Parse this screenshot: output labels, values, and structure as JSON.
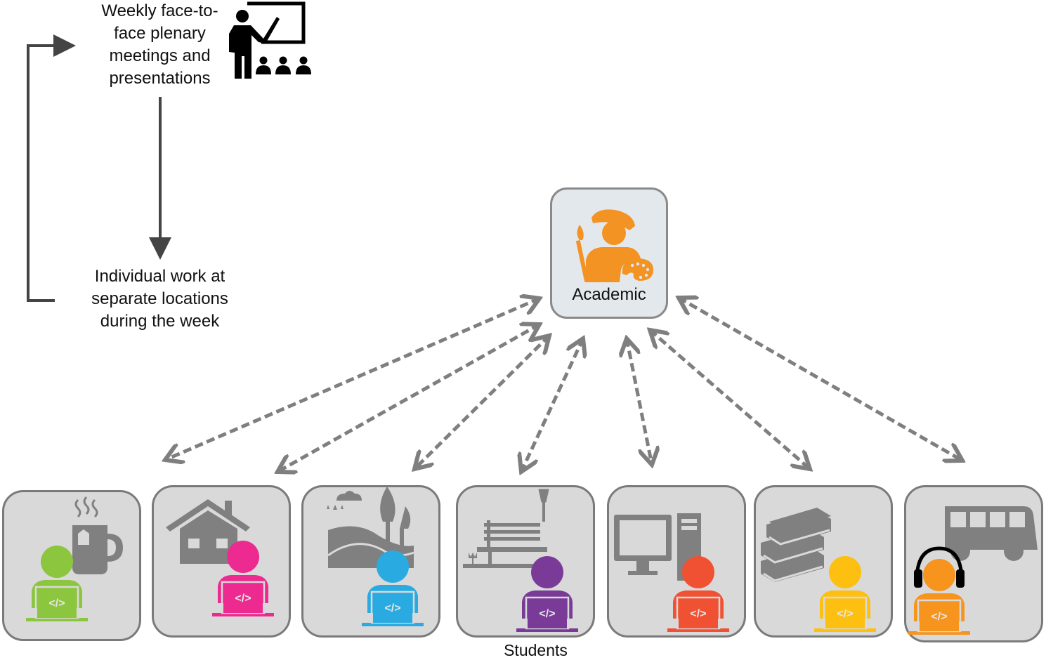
{
  "top_process": {
    "weekly_meetings": "Weekly  face-to- face plenary meetings and presentations",
    "weekly_lines": [
      "Weekly  face-to-",
      "face plenary",
      "meetings and",
      "presentations"
    ],
    "individual_lines": [
      "Individual work at",
      "separate locations",
      "during the week"
    ],
    "icon": "teacher-presentation-icon"
  },
  "academic": {
    "label": "Academic",
    "icon": "artist-palette-icon",
    "color": "#f39324"
  },
  "students": {
    "label": "Students",
    "items": [
      {
        "location": "cafe",
        "location_icon": "coffee-cup-icon",
        "color": "#8cc63f"
      },
      {
        "location": "home",
        "location_icon": "house-icon",
        "color": "#ec2a8f"
      },
      {
        "location": "outdoors",
        "location_icon": "landscape-rain-icon",
        "color": "#29abe2"
      },
      {
        "location": "park",
        "location_icon": "park-bench-icon",
        "color": "#7a3b98"
      },
      {
        "location": "computer lab",
        "location_icon": "desktop-computer-icon",
        "color": "#f05133"
      },
      {
        "location": "library",
        "location_icon": "books-icon",
        "color": "#fdc010"
      },
      {
        "location": "commute",
        "location_icon": "bus-icon",
        "color": "#f7941d"
      }
    ]
  },
  "colors": {
    "arrow": "#7f7f7f",
    "tile_bg": "#d9d9d9",
    "tile_border": "#7a7a7a",
    "location_icon": "#808080",
    "academic_bg": "#e3e8ec"
  }
}
